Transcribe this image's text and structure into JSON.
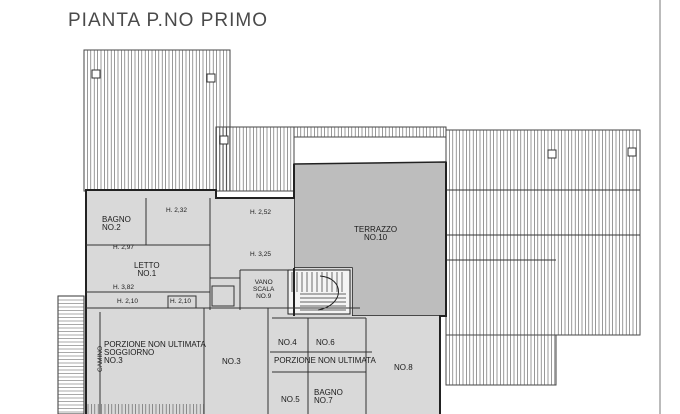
{
  "title": "PIANTA P.NO PRIMO",
  "rooms": {
    "bagno2": [
      "BAGNO",
      "NO.2"
    ],
    "letto1": [
      "LETTO",
      "NO.1"
    ],
    "terrazzo10": [
      "TERRAZZO",
      "NO.10"
    ],
    "vano9": [
      "vano",
      "scala",
      "NO.9"
    ],
    "porzione3": [
      "PORZIONE NON ULTIMATA",
      "SOGGIORNO",
      "NO.3"
    ],
    "room3b": "NO.3",
    "no4": "NO.4",
    "no6": "NO.6",
    "porzione_mid": "PORZIONE NON ULTIMATA",
    "no8": "NO.8",
    "no5": "NO.5",
    "bagno7": [
      "BAGNO",
      "NO.7"
    ],
    "camino": "CAMINO"
  },
  "heights": {
    "h1": "h. 2,32",
    "h2": "h. 2,52",
    "h3": "h. 2,97",
    "h4": "h. 3,25",
    "h5": "h. 3,82",
    "h6": "h. 2,10",
    "h7": "h. 2,10"
  }
}
